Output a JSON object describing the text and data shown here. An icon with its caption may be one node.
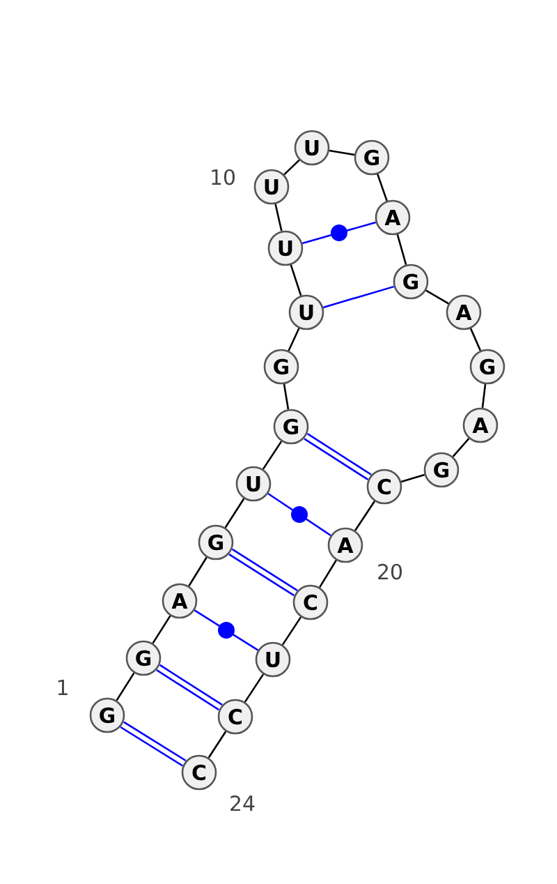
{
  "diagram": {
    "nodes": [
      {
        "text": [
          "G"
        ],
        "beside": [
          "1"
        ]
      },
      {
        "text": [
          "G"
        ]
      },
      {
        "text": [
          "A"
        ]
      },
      {
        "text": [
          "G"
        ]
      },
      {
        "text": [
          "U"
        ]
      },
      {
        "text": [
          "G"
        ]
      },
      {
        "text": [
          "G"
        ]
      },
      {
        "text": [
          "U"
        ]
      },
      {
        "text": [
          "U"
        ]
      },
      {
        "text": [
          "U"
        ],
        "beside": [
          "10"
        ]
      },
      {
        "text": [
          "U"
        ]
      },
      {
        "text": [
          "G"
        ]
      },
      {
        "text": [
          "A"
        ]
      },
      {
        "text": [
          "G"
        ]
      },
      {
        "text": [
          "A"
        ]
      },
      {
        "text": [
          "G"
        ]
      },
      {
        "text": [
          "A"
        ]
      },
      {
        "text": [
          "G"
        ]
      },
      {
        "text": [
          "C"
        ]
      },
      {
        "text": [
          "A"
        ],
        "beside": [
          "20"
        ]
      },
      {
        "text": [
          "C"
        ]
      },
      {
        "text": [
          "U"
        ]
      },
      {
        "text": [
          "C"
        ]
      },
      {
        "text": [
          "C"
        ],
        "beside": [
          "24"
        ]
      }
    ],
    "edges": [
      {
        "from": 0,
        "to": 1,
        "arrow": "none"
      },
      {
        "from": 1,
        "to": 2,
        "arrow": "none"
      },
      {
        "from": 2,
        "to": 3,
        "arrow": "none"
      },
      {
        "from": 3,
        "to": 4,
        "arrow": "none"
      },
      {
        "from": 4,
        "to": 5,
        "arrow": "none"
      },
      {
        "from": 5,
        "to": 6,
        "arrow": "none"
      },
      {
        "from": 6,
        "to": 7,
        "arrow": "none"
      },
      {
        "from": 7,
        "to": 8,
        "arrow": "none"
      },
      {
        "from": 8,
        "to": 9,
        "arrow": "none"
      },
      {
        "from": 9,
        "to": 10,
        "arrow": "none"
      },
      {
        "from": 10,
        "to": 11,
        "arrow": "none"
      },
      {
        "from": 11,
        "to": 12,
        "arrow": "none"
      },
      {
        "from": 12,
        "to": 13,
        "arrow": "none"
      },
      {
        "from": 13,
        "to": 14,
        "arrow": "none"
      },
      {
        "from": 14,
        "to": 15,
        "arrow": "none"
      },
      {
        "from": 15,
        "to": 16,
        "arrow": "none"
      },
      {
        "from": 16,
        "to": 17,
        "arrow": "none"
      },
      {
        "from": 17,
        "to": 18,
        "arrow": "none"
      },
      {
        "from": 18,
        "to": 19,
        "arrow": "none"
      },
      {
        "from": 19,
        "to": 20,
        "arrow": "none"
      },
      {
        "from": 20,
        "to": 21,
        "arrow": "none"
      },
      {
        "from": 21,
        "to": 22,
        "arrow": "none"
      },
      {
        "from": 22,
        "to": 23,
        "arrow": "none"
      },
      {
        "from": 0,
        "to": 23,
        "arrow": "none",
        "style": "thick",
        "color": "#0000ff"
      },
      {
        "from": 1,
        "to": 22,
        "arrow": "none",
        "style": "thick",
        "color": "#0000ff"
      },
      {
        "from": 2,
        "to": 21,
        "arrow": "none",
        "color": "#0000ff"
      },
      {
        "from": 3,
        "to": 20,
        "arrow": "none",
        "style": "thick",
        "color": "#0000ff"
      },
      {
        "from": 4,
        "to": 19,
        "arrow": "none",
        "color": "#0000ff"
      },
      {
        "from": 5,
        "to": 18,
        "arrow": "none",
        "style": "thick",
        "color": "#0000ff"
      },
      {
        "from": 7,
        "to": 13,
        "arrow": "none",
        "color": "#0000ff"
      },
      {
        "from": 8,
        "to": 12,
        "arrow": "none",
        "color": "#0000ff"
      }
    ]
  }
}
